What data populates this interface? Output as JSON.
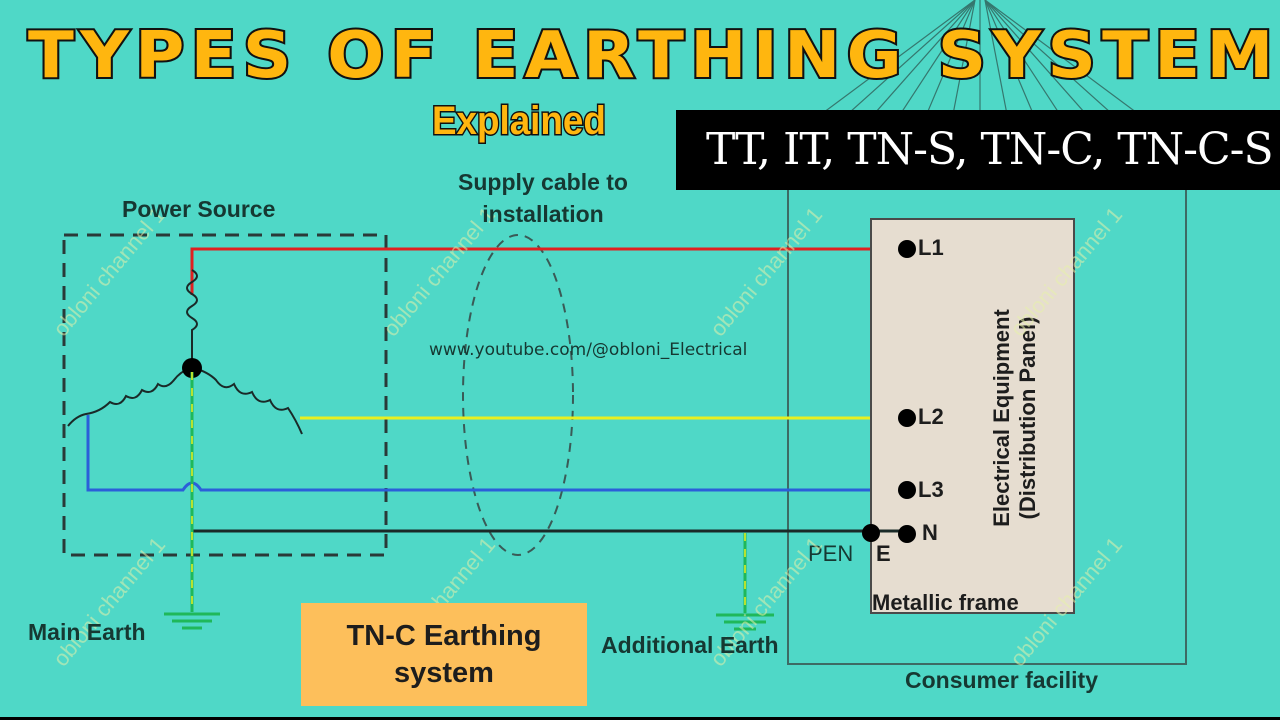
{
  "header": {
    "title": "Types of earthing systems",
    "subtitle": "Explained",
    "systems_banner": "TT, IT, TN-S, TN-C, TN-C-S"
  },
  "diagram": {
    "power_source_label": "Power Source",
    "supply_cable_label_line1": "Supply cable to",
    "supply_cable_label_line2": "installation",
    "channel_url": "www.youtube.com/@obloni_Electrical",
    "equipment_label_line1": "Electrical Equipment",
    "equipment_label_line2": "(Distribution Panel)",
    "metallic_frame_label": "Metallic frame",
    "consumer_facility_label": "Consumer facility",
    "main_earth_label": "Main Earth",
    "additional_earth_label": "Additional Earth",
    "pen_label": "PEN",
    "earth_terminal_label": "E",
    "terminals": [
      {
        "label": "L1",
        "color": "#e02020"
      },
      {
        "label": "L2",
        "color": "#e8f020"
      },
      {
        "label": "L3",
        "color": "#2b5fd9"
      },
      {
        "label": "N",
        "color": "#1a2a28"
      }
    ],
    "caption_line1": "TN-C Earthing",
    "caption_line2": "system",
    "watermark": "obloni channel 1"
  },
  "colors": {
    "background": "#4fd8c7",
    "title_fill": "#ffb60f",
    "caption_bg": "#fdbf5b",
    "panel_bg": "#e6ddd0",
    "earth_green": "#1fb85a"
  }
}
